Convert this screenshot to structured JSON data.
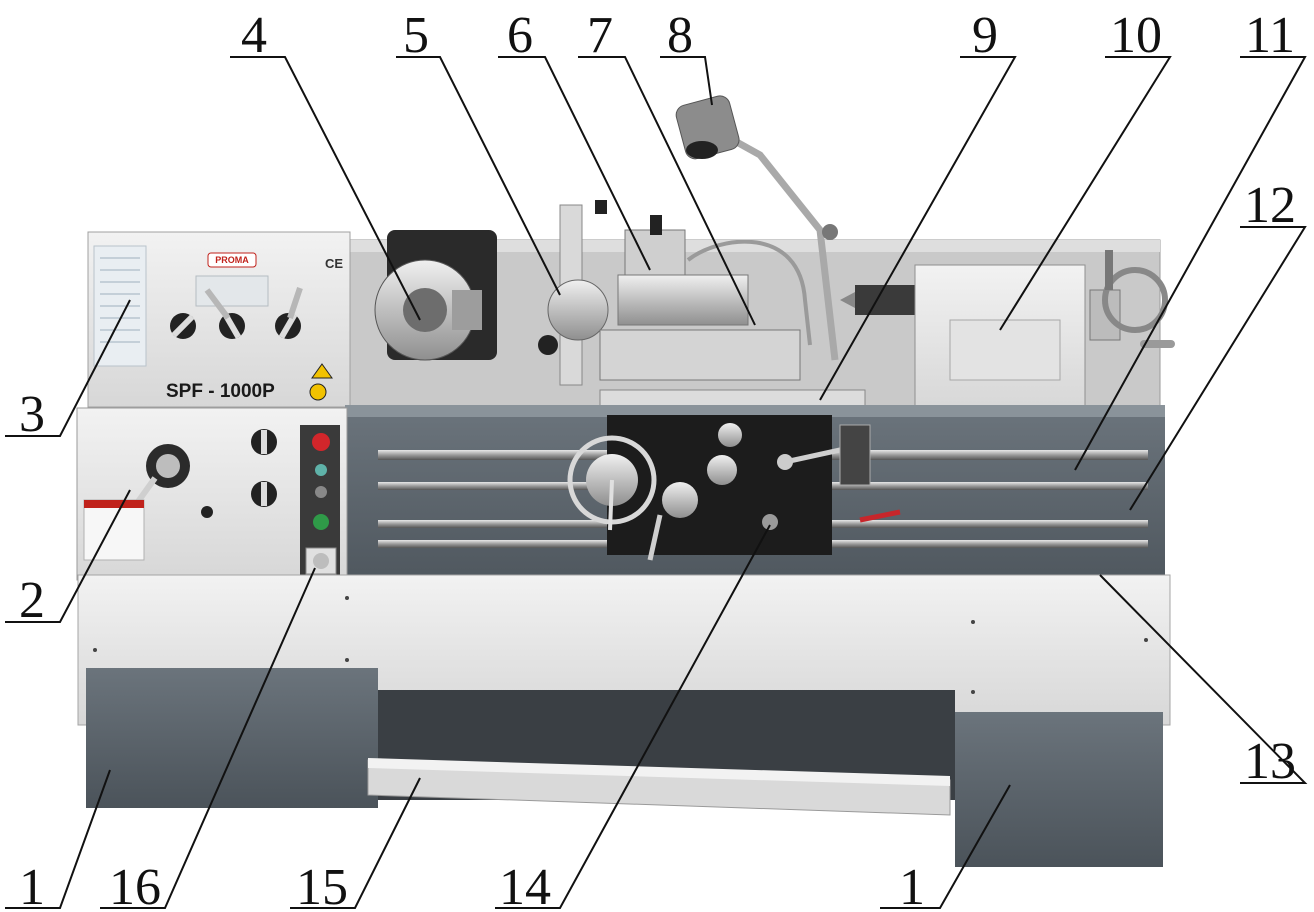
{
  "machine": {
    "model_label": "SPF - 1000P",
    "brand_label": "PROMA",
    "ce_mark": "CE"
  },
  "callouts": [
    "1",
    "2",
    "3",
    "4",
    "5",
    "6",
    "7",
    "8",
    "9",
    "10",
    "11",
    "12",
    "13",
    "14",
    "15",
    "16",
    "1"
  ],
  "colors": {
    "bed_gray": "#5d666e",
    "panel_light": "#e6e6e6",
    "dark": "#1f1f1f",
    "red_button": "#d2262b",
    "green_button": "#2f9a48"
  }
}
